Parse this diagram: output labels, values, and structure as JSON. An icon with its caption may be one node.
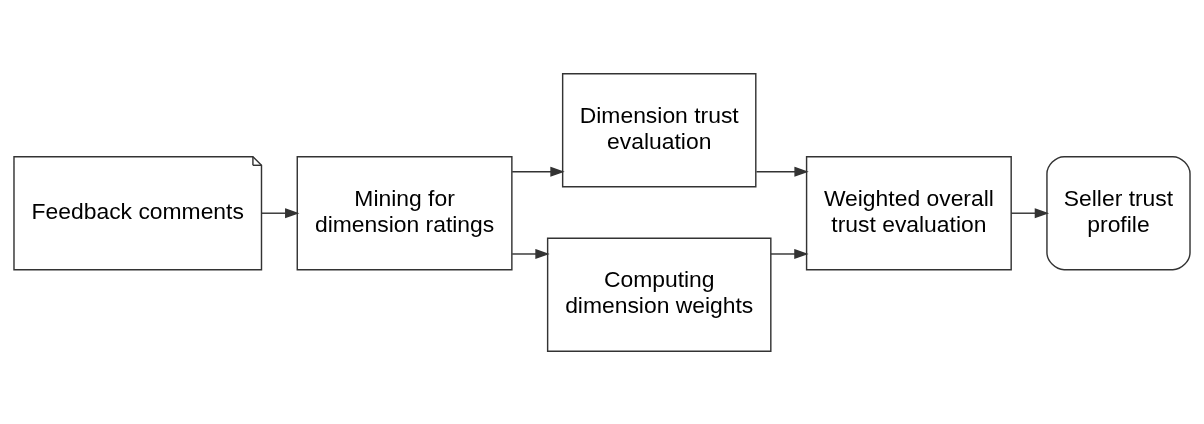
{
  "diagram": {
    "nodes": [
      {
        "text": [
          "Feedback comments"
        ]
      },
      {
        "text": [
          "Mining for dimension ratings"
        ]
      },
      {
        "text": [
          "Dimension trust evaluation"
        ]
      },
      {
        "text": [
          "Computing dimension weights"
        ]
      },
      {
        "text": [
          "Weighted overall trust evaluation"
        ]
      },
      {
        "text": [
          "Seller trust profile"
        ]
      }
    ],
    "edges": [
      {
        "from": 0,
        "to": 1,
        "arrow": "to"
      },
      {
        "from": 1,
        "to": 2,
        "arrow": "to"
      },
      {
        "from": 1,
        "to": 3,
        "arrow": "to"
      },
      {
        "from": 2,
        "to": 4,
        "arrow": "to"
      },
      {
        "from": 3,
        "to": 4,
        "arrow": "to"
      },
      {
        "from": 4,
        "to": 5,
        "arrow": "to"
      }
    ]
  }
}
